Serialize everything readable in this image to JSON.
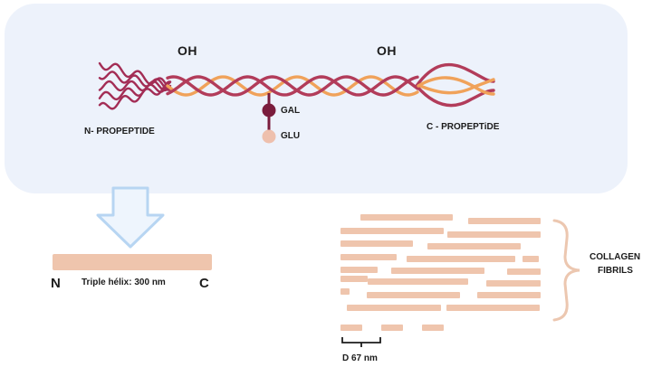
{
  "labels": {
    "oh_left": "OH",
    "oh_right": "OH",
    "gal": "GAL",
    "glu": "GLU",
    "n_propeptide": "N- PROPEPTIDE",
    "c_propeptide": "C - PROPEPTiDE",
    "n_terminal": "N",
    "c_terminal": "C",
    "triple_helix": "Triple hélix: 300 nm",
    "fibrils_line1": "COLLAGEN",
    "fibrils_line2": "FIBRILS",
    "d_period": "D 67 nm"
  },
  "colors": {
    "panel": "#edf2fb",
    "strand_dark": "#b23c5a",
    "strand_light": "#f0a25a",
    "propeptide": "#a32d55",
    "gal_dot": "#7a1c3c",
    "glu_dot": "#eec0ad",
    "fibril": "#efc5ad",
    "arrow_fill": "#eef5fd",
    "arrow_stroke": "#b7d5f2",
    "brace": "#ecc7b0"
  },
  "icons": {
    "arrow": "down-arrow-icon",
    "brace": "right-curly-brace-icon"
  }
}
